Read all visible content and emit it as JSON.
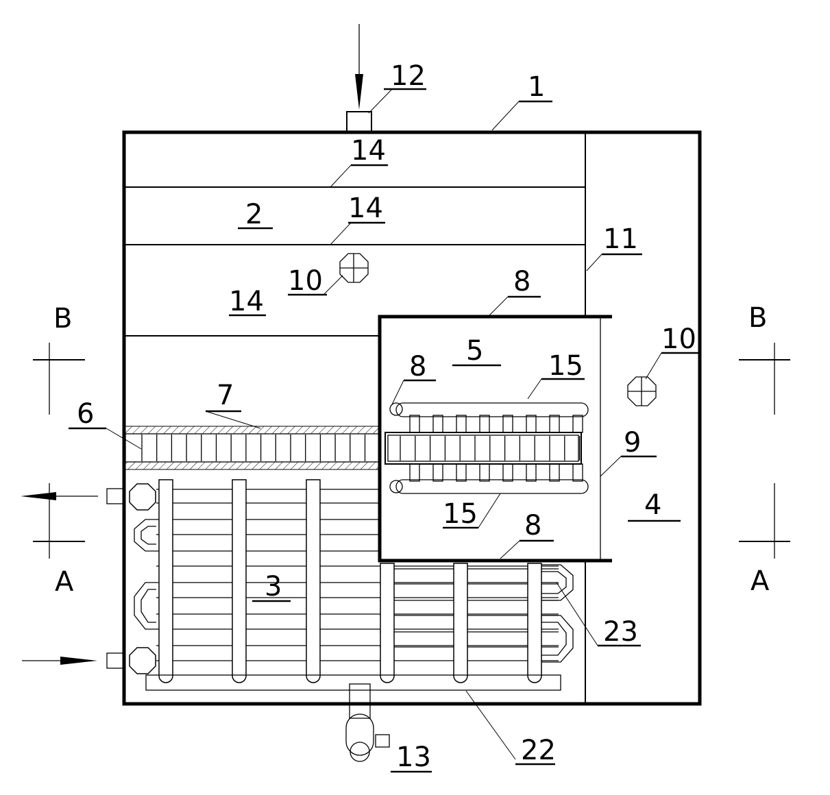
{
  "labels": {
    "l1": "1",
    "l2": "2",
    "l3": "3",
    "l4": "4",
    "l5": "5",
    "l6": "6",
    "l7": "7",
    "l8a": "8",
    "l8b": "8",
    "l8c": "8",
    "l9": "9",
    "l10a": "10",
    "l10b": "10",
    "l11": "11",
    "l12": "12",
    "l13": "13",
    "l14a": "14",
    "l14b": "14",
    "l14c": "14",
    "l15a": "15",
    "l15b": "15",
    "l22": "22",
    "l23": "23",
    "secBleft": "B",
    "secBright": "B",
    "secAleft": "A",
    "secAright": "A"
  }
}
